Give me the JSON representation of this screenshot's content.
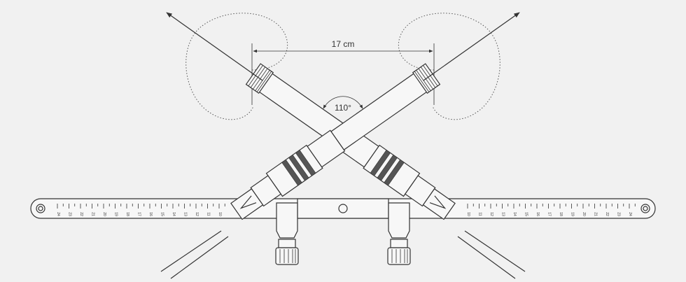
{
  "diagram": {
    "spacing_label": "17 cm",
    "angle_label": "110°",
    "left_bar_scale": [
      "24",
      "23",
      "22",
      "21",
      "20",
      "19",
      "18",
      "17",
      "16",
      "15",
      "14",
      "13",
      "12",
      "11",
      "10"
    ],
    "right_bar_scale": [
      "10",
      "11",
      "12",
      "13",
      "14",
      "15",
      "16",
      "17",
      "18",
      "19",
      "20",
      "21",
      "22",
      "23",
      "24"
    ],
    "colors": {
      "background": "#f1f1f1",
      "line": "#333333",
      "band": "#555555",
      "body": "#f7f7f7"
    }
  }
}
